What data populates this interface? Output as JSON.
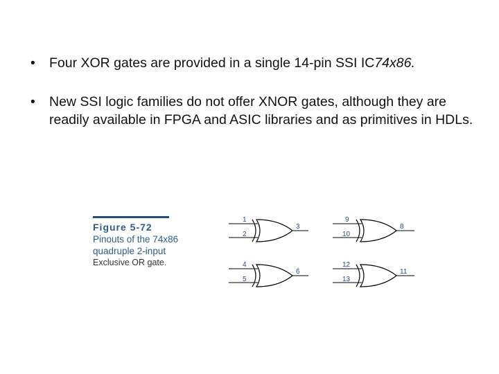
{
  "bullets": [
    {
      "text": "Four XOR gates are provided in a single 14-pin SSI IC",
      "italic": "74x86."
    },
    {
      "text": "New SSI logic families do not offer XNOR gates, although they are readily available in FPGA and ASIC libraries and as primitives in HDLs."
    }
  ],
  "figure": {
    "title": "Figure 5-72",
    "line1": "Pinouts of the 74x86",
    "line2": "quadruple 2-input",
    "line3": "Exclusive OR gate."
  },
  "gates": [
    {
      "in_a": "1",
      "in_b": "2",
      "out": "3"
    },
    {
      "in_a": "9",
      "in_b": "10",
      "out": "8"
    },
    {
      "in_a": "4",
      "in_b": "5",
      "out": "6"
    },
    {
      "in_a": "12",
      "in_b": "13",
      "out": "11"
    }
  ]
}
